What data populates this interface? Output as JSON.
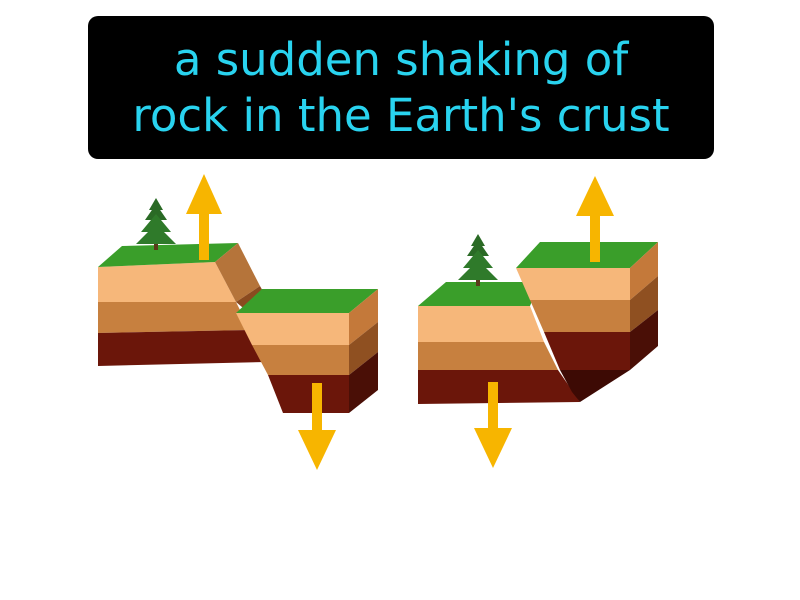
{
  "caption": {
    "line1": "a sudden shaking of",
    "line2": "rock in the Earth's crust"
  },
  "colors": {
    "caption_bg": "#000000",
    "caption_text": "#29d3ef",
    "grass": "#3a9e2a",
    "grass_side": "#2e7d22",
    "layer_top": "#f6b77a",
    "layer_mid": "#c7803f",
    "layer_bottom": "#6b160a",
    "arrow": "#f7b500",
    "tree": "#2a6a25"
  },
  "illustrations": [
    {
      "name": "normal-fault",
      "arrow_up_block": "left",
      "arrow_down_block": "right"
    },
    {
      "name": "reverse-fault",
      "arrow_up_block": "right",
      "arrow_down_block": "left"
    }
  ]
}
